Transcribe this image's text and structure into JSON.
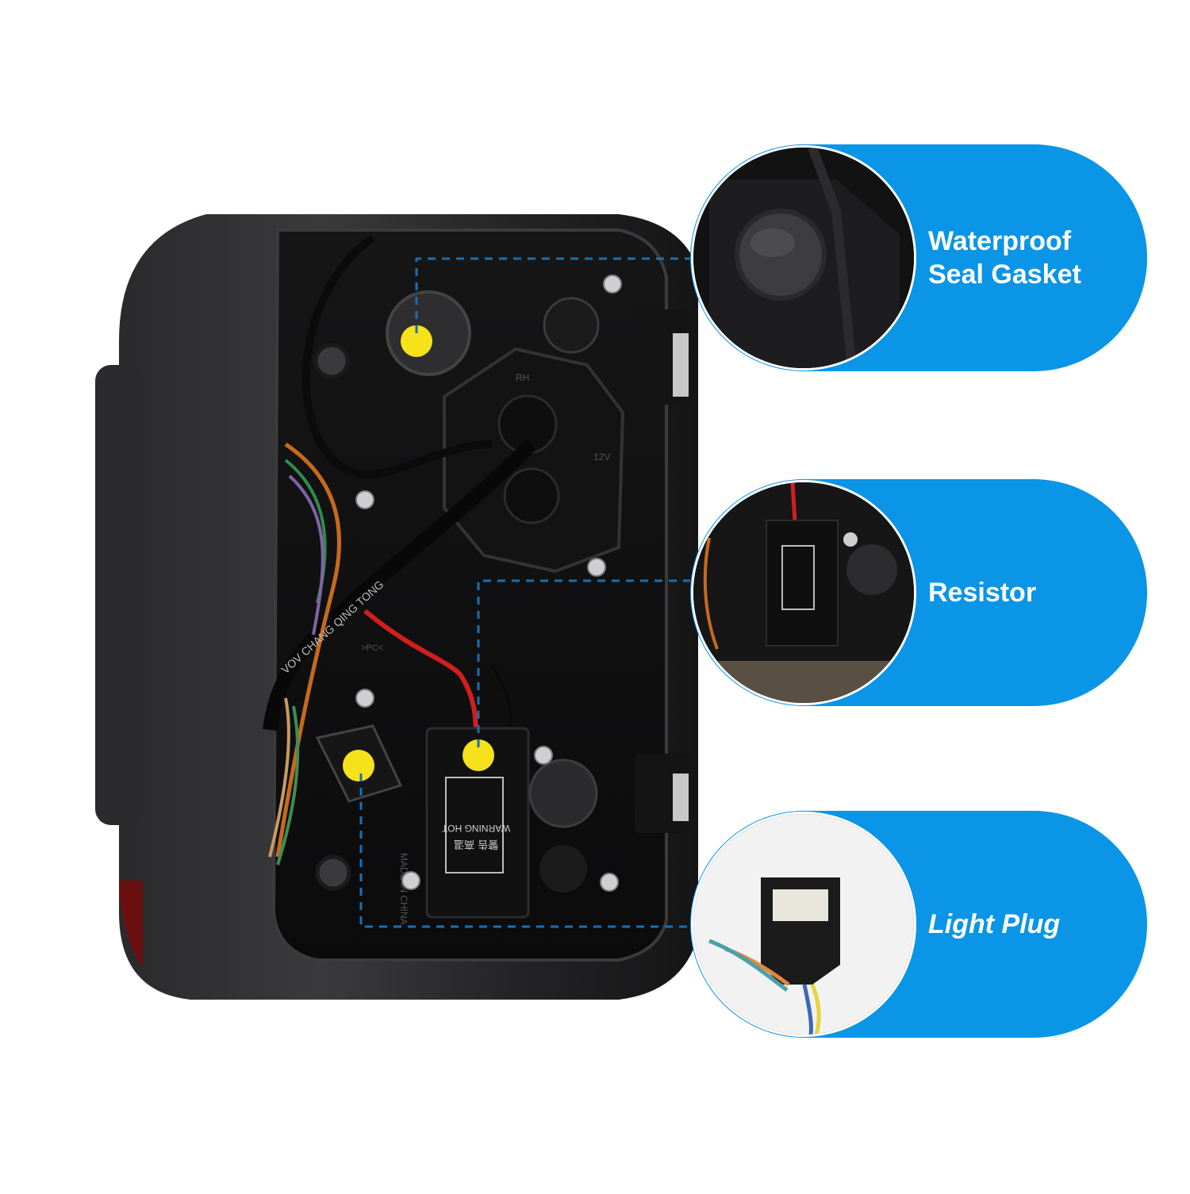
{
  "callouts": [
    {
      "id": "waterproof-seal-gasket",
      "label": "Waterproof\nSeal Gasket",
      "italic": false
    },
    {
      "id": "resistor",
      "label": "Resistor",
      "italic": false
    },
    {
      "id": "light-plug",
      "label": "Light Plug",
      "italic": true
    }
  ],
  "housing_markings": {
    "cable_print": "VOV CHANG QING TONG",
    "resistor_warning_cn": "警告 高温",
    "resistor_warning_en": "WARNING HOT",
    "side_marking": "MADE IN CHINA",
    "socket_marking_1": "RH",
    "socket_marking_2": "12V",
    "pc_marking": ">PC<"
  },
  "colors": {
    "accent": "#0a95e6",
    "marker": "#f6e21a",
    "leader_line": "#1a6fb3",
    "housing": "#1c1c1e"
  }
}
